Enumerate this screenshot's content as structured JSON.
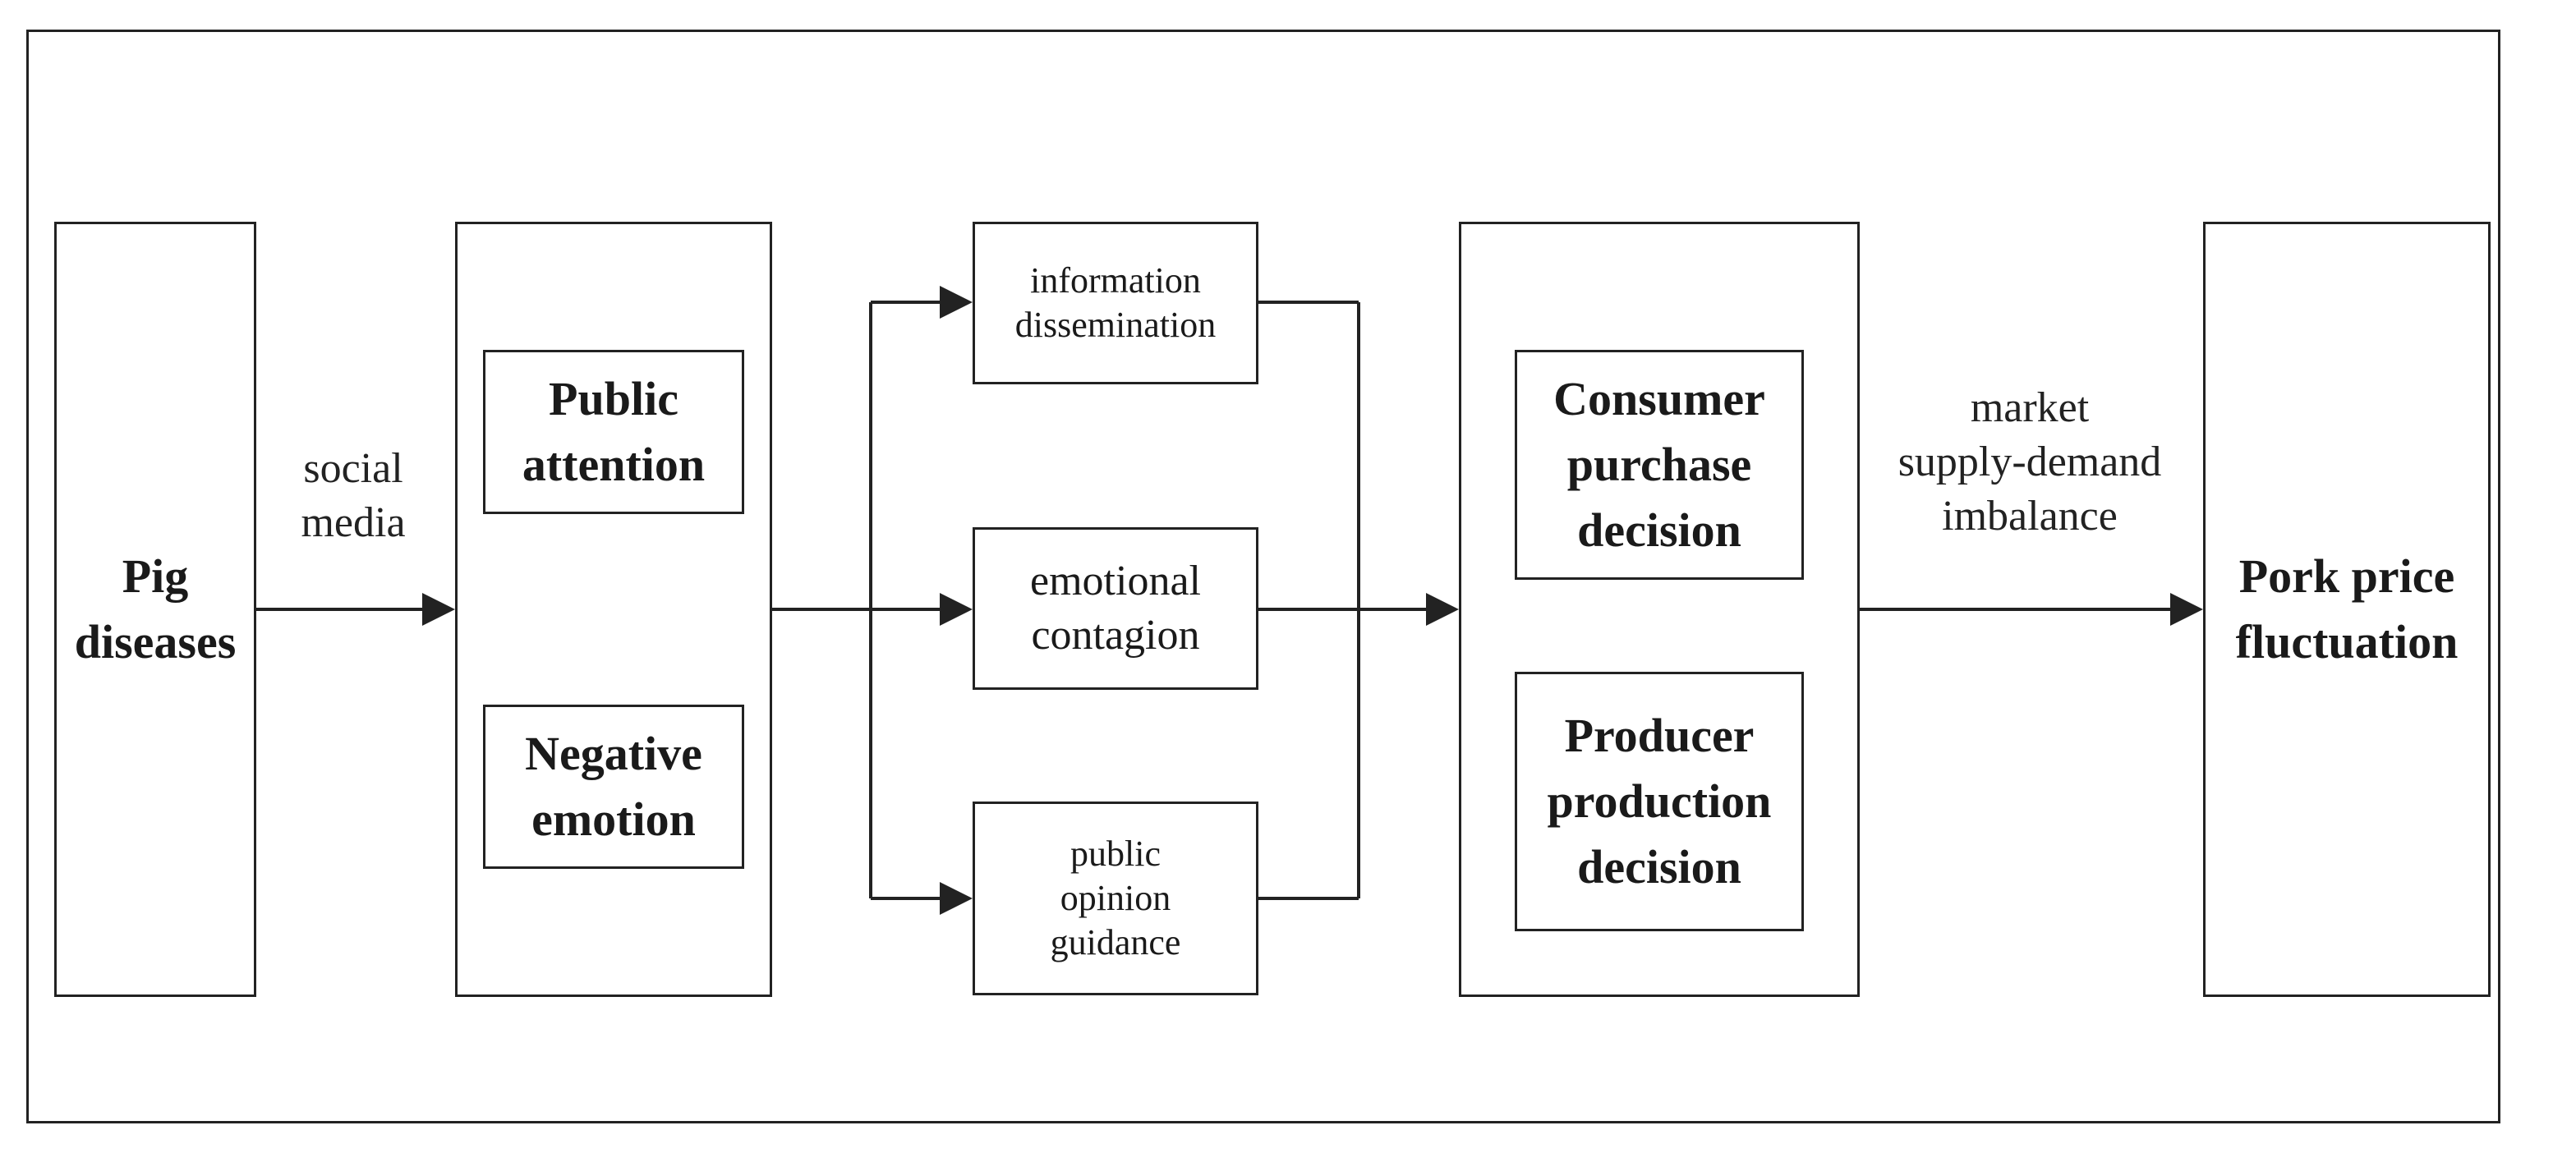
{
  "diagram": {
    "nodes": {
      "pig_diseases": "Pig\ndiseases",
      "public_attention": "Public\nattention",
      "negative_emotion": "Negative\nemotion",
      "information_dissemination": "information\ndissemination",
      "emotional_contagion": "emotional\ncontagion",
      "public_opinion_guidance": "public\nopinion\nguidance",
      "consumer_purchase_decision": "Consumer\npurchase\ndecision",
      "producer_production_decision": "Producer\nproduction\ndecision",
      "pork_price_fluctuation": "Pork price\nfluctuation"
    },
    "edge_labels": {
      "social_media": "social\nmedia",
      "market_imbalance": "market\nsupply-demand\nimbalance"
    },
    "colors": {
      "stroke": "#222222",
      "background": "#ffffff"
    }
  }
}
